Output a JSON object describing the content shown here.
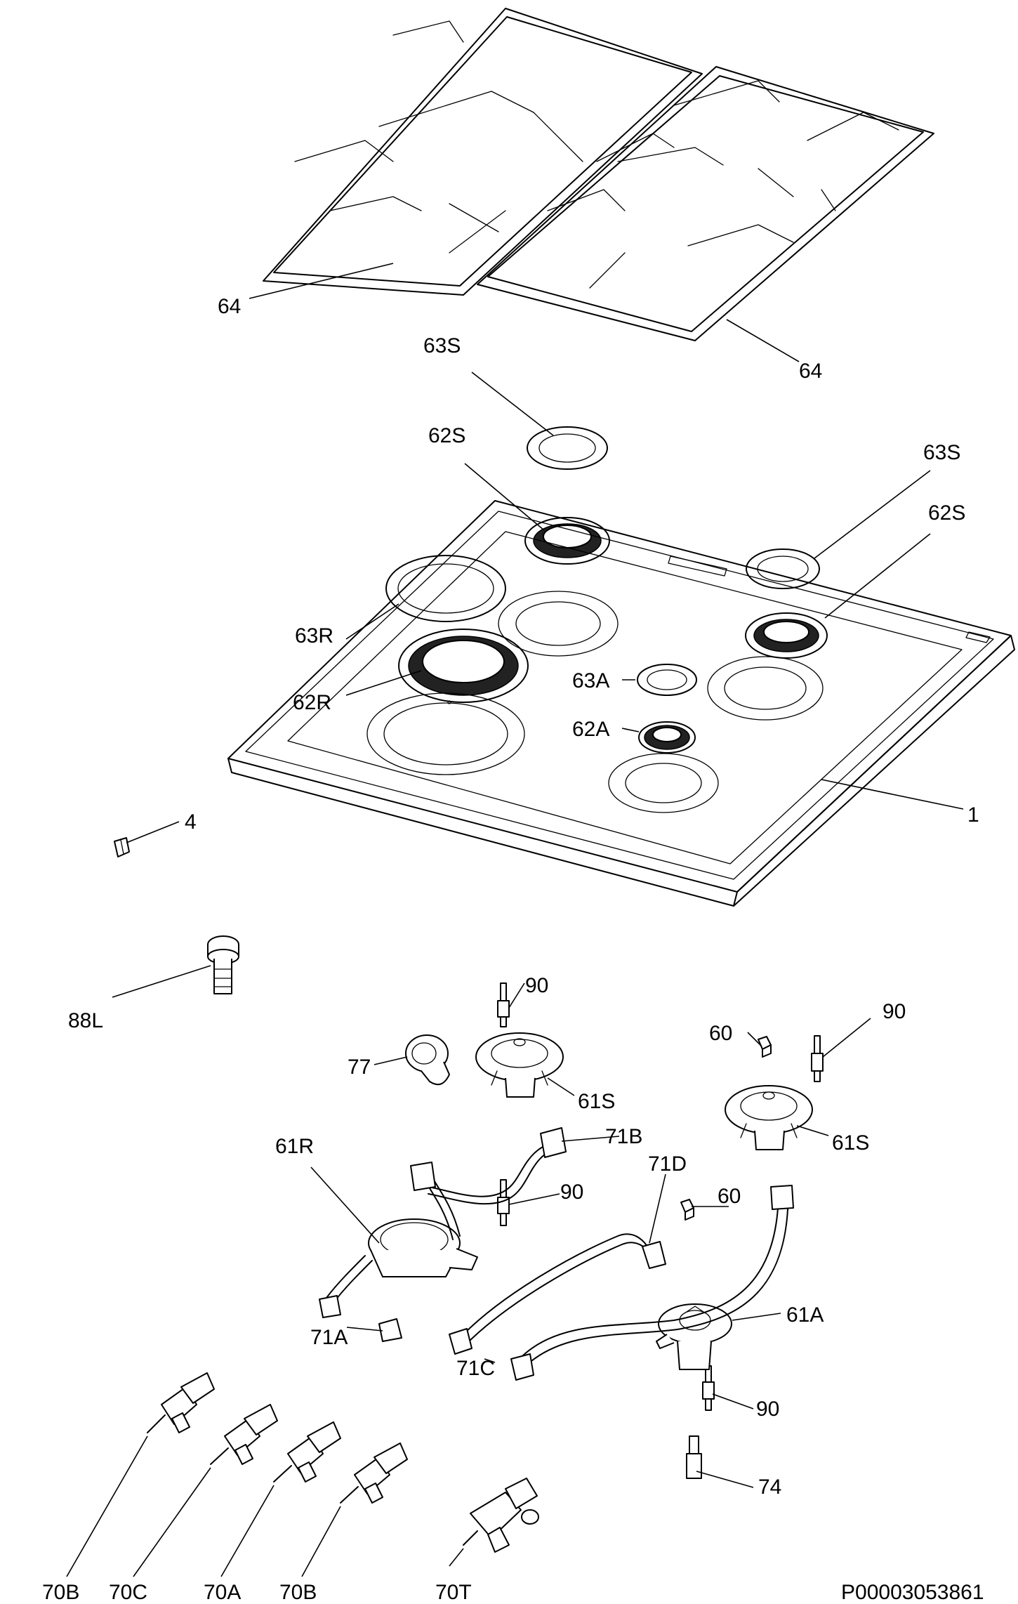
{
  "labels": {
    "grate_left": "64",
    "grate_right": "64",
    "cap_63s_top": "63S",
    "crown_62s_top": "62S",
    "cap_63s_right": "63S",
    "crown_62s_right": "62S",
    "cap_63r": "63R",
    "crown_62r": "62R",
    "cap_63a": "63A",
    "crown_62a": "62A",
    "hob_top": "1",
    "part_4": "4",
    "part_88l": "88L",
    "ignition_90_a": "90",
    "ignition_90_b": "90",
    "ignition_90_c": "90",
    "ignition_90_d": "90",
    "part_60_a": "60",
    "part_60_b": "60",
    "part_77": "77",
    "burner_61s_a": "61S",
    "burner_61s_b": "61S",
    "burner_61r": "61R",
    "burner_61a": "61A",
    "pipe_71b": "71B",
    "pipe_71d": "71D",
    "pipe_71a": "71A",
    "pipe_71c": "71C",
    "part_74": "74",
    "tap_70b_a": "70B",
    "tap_70c": "70C",
    "tap_70a": "70A",
    "tap_70b_b": "70B",
    "tap_70t": "70T"
  },
  "drawing_code": "P00003053861"
}
